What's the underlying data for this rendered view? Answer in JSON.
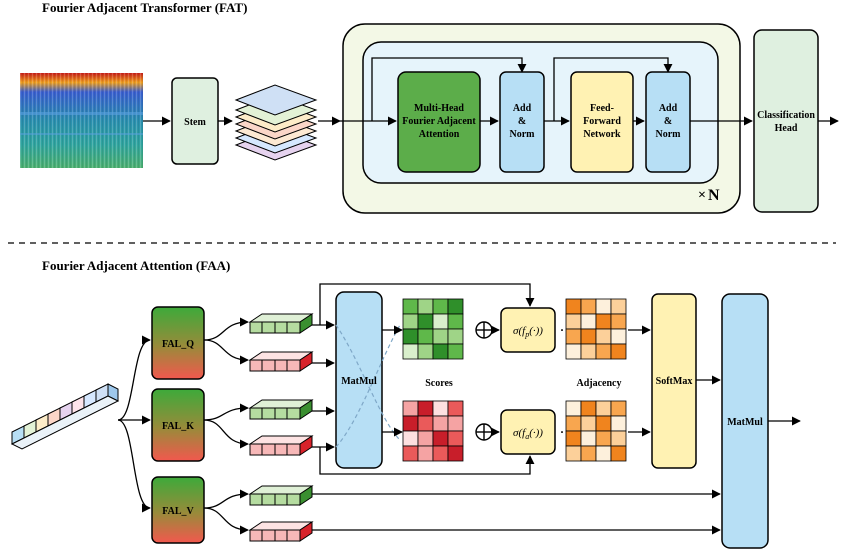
{
  "fat": {
    "title": "Fourier Adjacent Transformer (FAT)",
    "stem": "Stem",
    "attention": [
      "Multi-Head",
      "Fourier Adjacent",
      "Attention"
    ],
    "addnorm": [
      "Add",
      "&",
      "Norm"
    ],
    "ffn": [
      "Feed-",
      "Forward",
      "Network"
    ],
    "repeat_times": "×",
    "repeat_n": "N",
    "classification": [
      "Classification",
      "Head"
    ]
  },
  "faa": {
    "title": "Fourier Adjacent Attention (FAA)",
    "fal_q": "FAL_Q",
    "fal_k": "FAL_K",
    "fal_v": "FAL_V",
    "matmul": "MatMul",
    "scores": "Scores",
    "adjacency": "Adjacency",
    "softmax": "SoftMax",
    "sigma_p": "σ(f",
    "sigma_p_sub": "p",
    "sigma_a": "σ(f",
    "sigma_a_sub": "a",
    "sigma_tail": "(·))",
    "dot": "·"
  },
  "colors": {
    "stem": "#dff0e0",
    "attention": "#5cad4a",
    "addnorm": "#b7dff5",
    "ffn": "#fff2b3",
    "outer": "#f3f8e6",
    "inner": "#e6f4fb",
    "matmul": "#b7dff5",
    "softmax": "#fff2b3"
  }
}
